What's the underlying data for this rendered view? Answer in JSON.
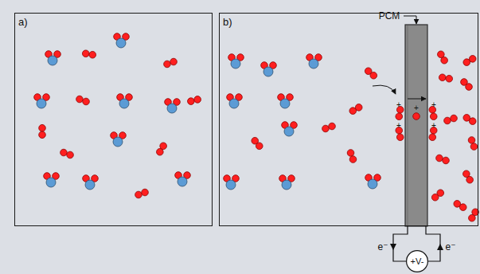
{
  "diagram": {
    "nodes": [
      {
        "text": [
          "a)"
        ]
      },
      {
        "text": [
          "b)"
        ]
      },
      {
        "text": [
          "+V-"
        ]
      }
    ],
    "labels": [
      "PCM",
      "+",
      "+",
      "+",
      "+",
      "+",
      "e⁻",
      "e⁻"
    ]
  }
}
